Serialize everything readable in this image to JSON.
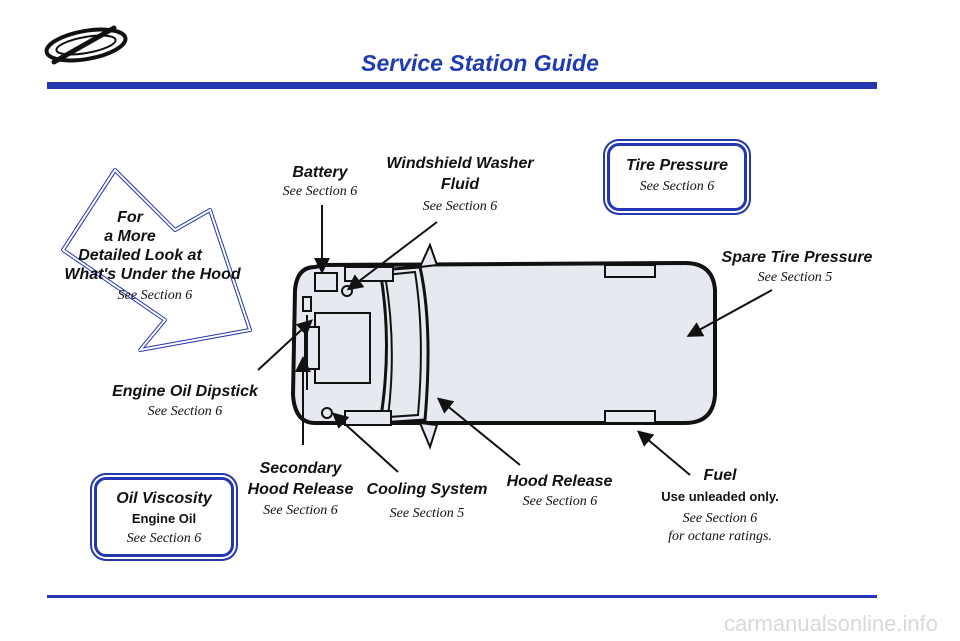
{
  "header": {
    "title": "Service Station Guide"
  },
  "arrow_callout": {
    "line1": "For",
    "line2": "a More",
    "line3": "Detailed Look at",
    "line4": "What's Under the Hood",
    "ref": "See Section 6"
  },
  "labels": {
    "battery": {
      "title": "Battery",
      "ref": "See Section 6"
    },
    "washer": {
      "title_line1": "Windshield Washer",
      "title_line2": "Fluid",
      "ref": "See Section 6"
    },
    "tire_pressure": {
      "title": "Tire Pressure",
      "ref": "See Section 6"
    },
    "spare_tire": {
      "title": "Spare Tire Pressure",
      "ref": "See Section 5"
    },
    "dipstick": {
      "title": "Engine Oil Dipstick",
      "ref": "See Section 6"
    },
    "secondary_release": {
      "title_line1": "Secondary",
      "title_line2": "Hood Release",
      "ref": "See Section 6"
    },
    "cooling": {
      "title": "Cooling System",
      "ref": "See Section 5"
    },
    "hood_release": {
      "title": "Hood Release",
      "ref": "See Section 6"
    },
    "fuel": {
      "title": "Fuel",
      "note": "Use unleaded only.",
      "ref": "See Section 6",
      "ref2": "for octane ratings."
    },
    "oil_viscosity": {
      "title": "Oil Viscosity",
      "note": "Engine Oil",
      "ref": "See Section 6"
    }
  },
  "footer": {
    "watermark": "carmanualsonline.info"
  },
  "colors": {
    "accent": "#2436b0",
    "vehicle_fill": "#e6e9ef"
  }
}
